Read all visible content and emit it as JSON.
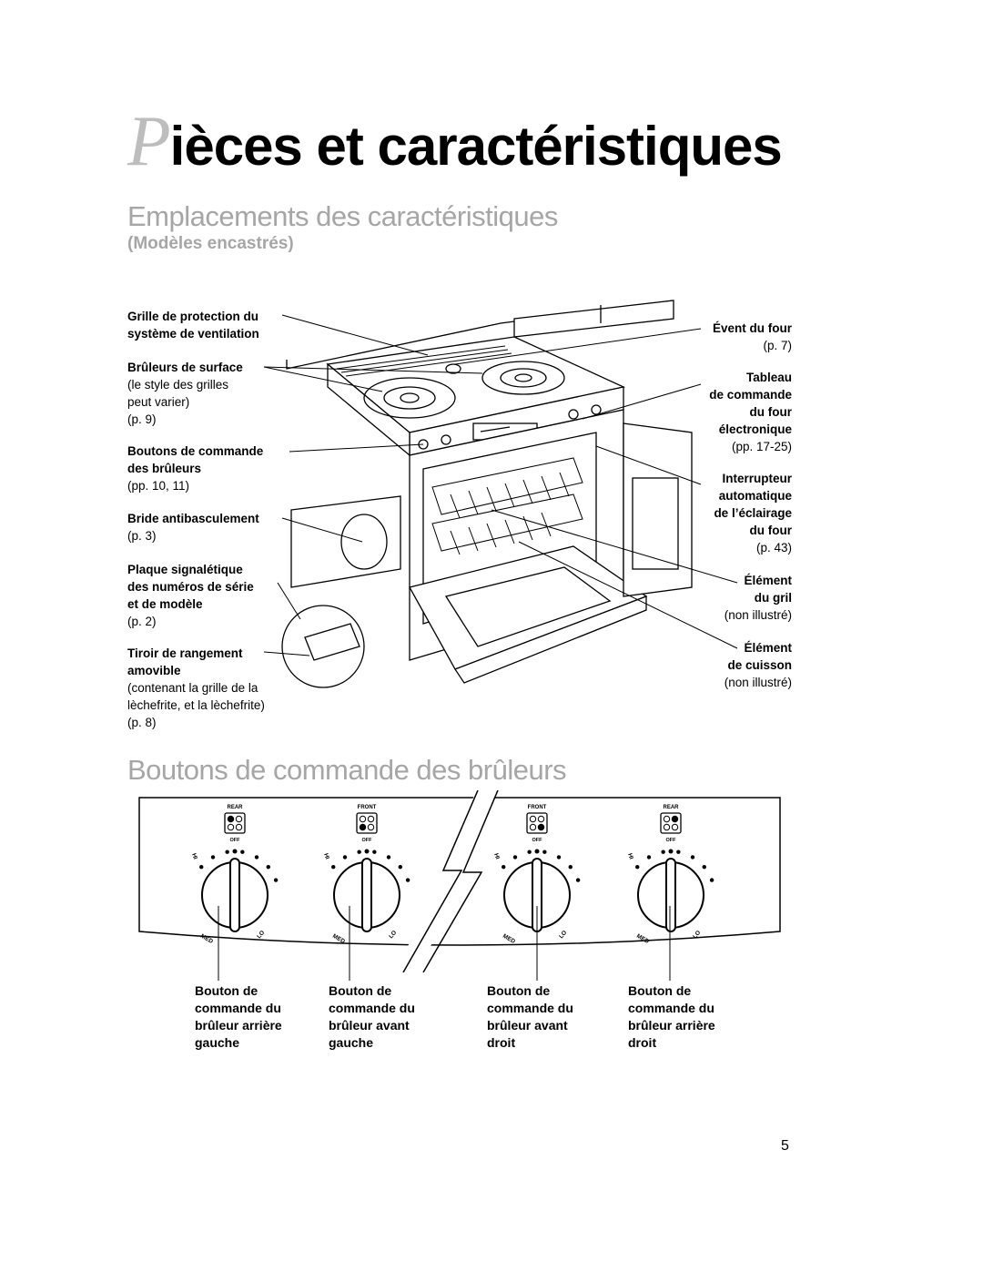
{
  "title": {
    "initial": "P",
    "rest": "ièces et caractéristiques"
  },
  "section1": {
    "heading": "Emplacements des caractéristiques",
    "subheading": "(Modèles encastrés)"
  },
  "left_labels": {
    "grille": {
      "bold": [
        "Grille de protection du",
        "système de ventilation"
      ],
      "plain": []
    },
    "bruleurs": {
      "bold": [
        "Brûleurs de surface"
      ],
      "plain": [
        "(le style des grilles",
        "peut varier)",
        "(p. 9)"
      ]
    },
    "boutons": {
      "bold": [
        "Boutons de commande",
        "des brûleurs"
      ],
      "plain": [
        "(pp. 10, 11)"
      ]
    },
    "bride": {
      "bold": [
        "Bride antibasculement"
      ],
      "plain": [
        "(p. 3)"
      ]
    },
    "plaque": {
      "bold": [
        "Plaque signalétique",
        "des numéros de série",
        "et de modèle"
      ],
      "plain": [
        "(p. 2)"
      ]
    },
    "tiroir": {
      "bold": [
        "Tiroir de rangement",
        "amovible"
      ],
      "plain": [
        "(contenant la grille de la",
        "lèchefrite, et la lèchefrite)",
        "(p. 8)"
      ]
    }
  },
  "right_labels": {
    "event": {
      "bold": [
        "Évent du four"
      ],
      "plain": [
        "(p. 7)"
      ]
    },
    "tableau": {
      "bold": [
        "Tableau",
        "de commande",
        "du four",
        "électronique"
      ],
      "plain": [
        "(pp. 17-25)"
      ]
    },
    "interrupteur": {
      "bold": [
        "Interrupteur",
        "automatique",
        "de l’éclairage",
        "du four"
      ],
      "plain": [
        "(p. 43)"
      ]
    },
    "gril": {
      "bold": [
        "Élément",
        "du gril"
      ],
      "plain": [
        "(non illustré)"
      ]
    },
    "cuisson": {
      "bold": [
        "Élément",
        "de cuisson"
      ],
      "plain": [
        "(non illustré)"
      ]
    }
  },
  "section2": {
    "heading": "Boutons de commande des brûleurs"
  },
  "knob_panel": {
    "indicator_labels": [
      "REAR",
      "FRONT",
      "FRONT",
      "REAR"
    ],
    "off_label": "OFF",
    "hi_label": "HI",
    "med_label": "MED",
    "lo_label": "LO"
  },
  "knob_labels": [
    [
      "Bouton de",
      "commande du",
      "brûleur arrière",
      "gauche"
    ],
    [
      "Bouton de",
      "commande du",
      "brûleur avant",
      "gauche"
    ],
    [
      "Bouton de",
      "commande du",
      "brûleur avant",
      "droit"
    ],
    [
      "Bouton de",
      "commande du",
      "brûleur arrière",
      "droit"
    ]
  ],
  "page_number": "5"
}
